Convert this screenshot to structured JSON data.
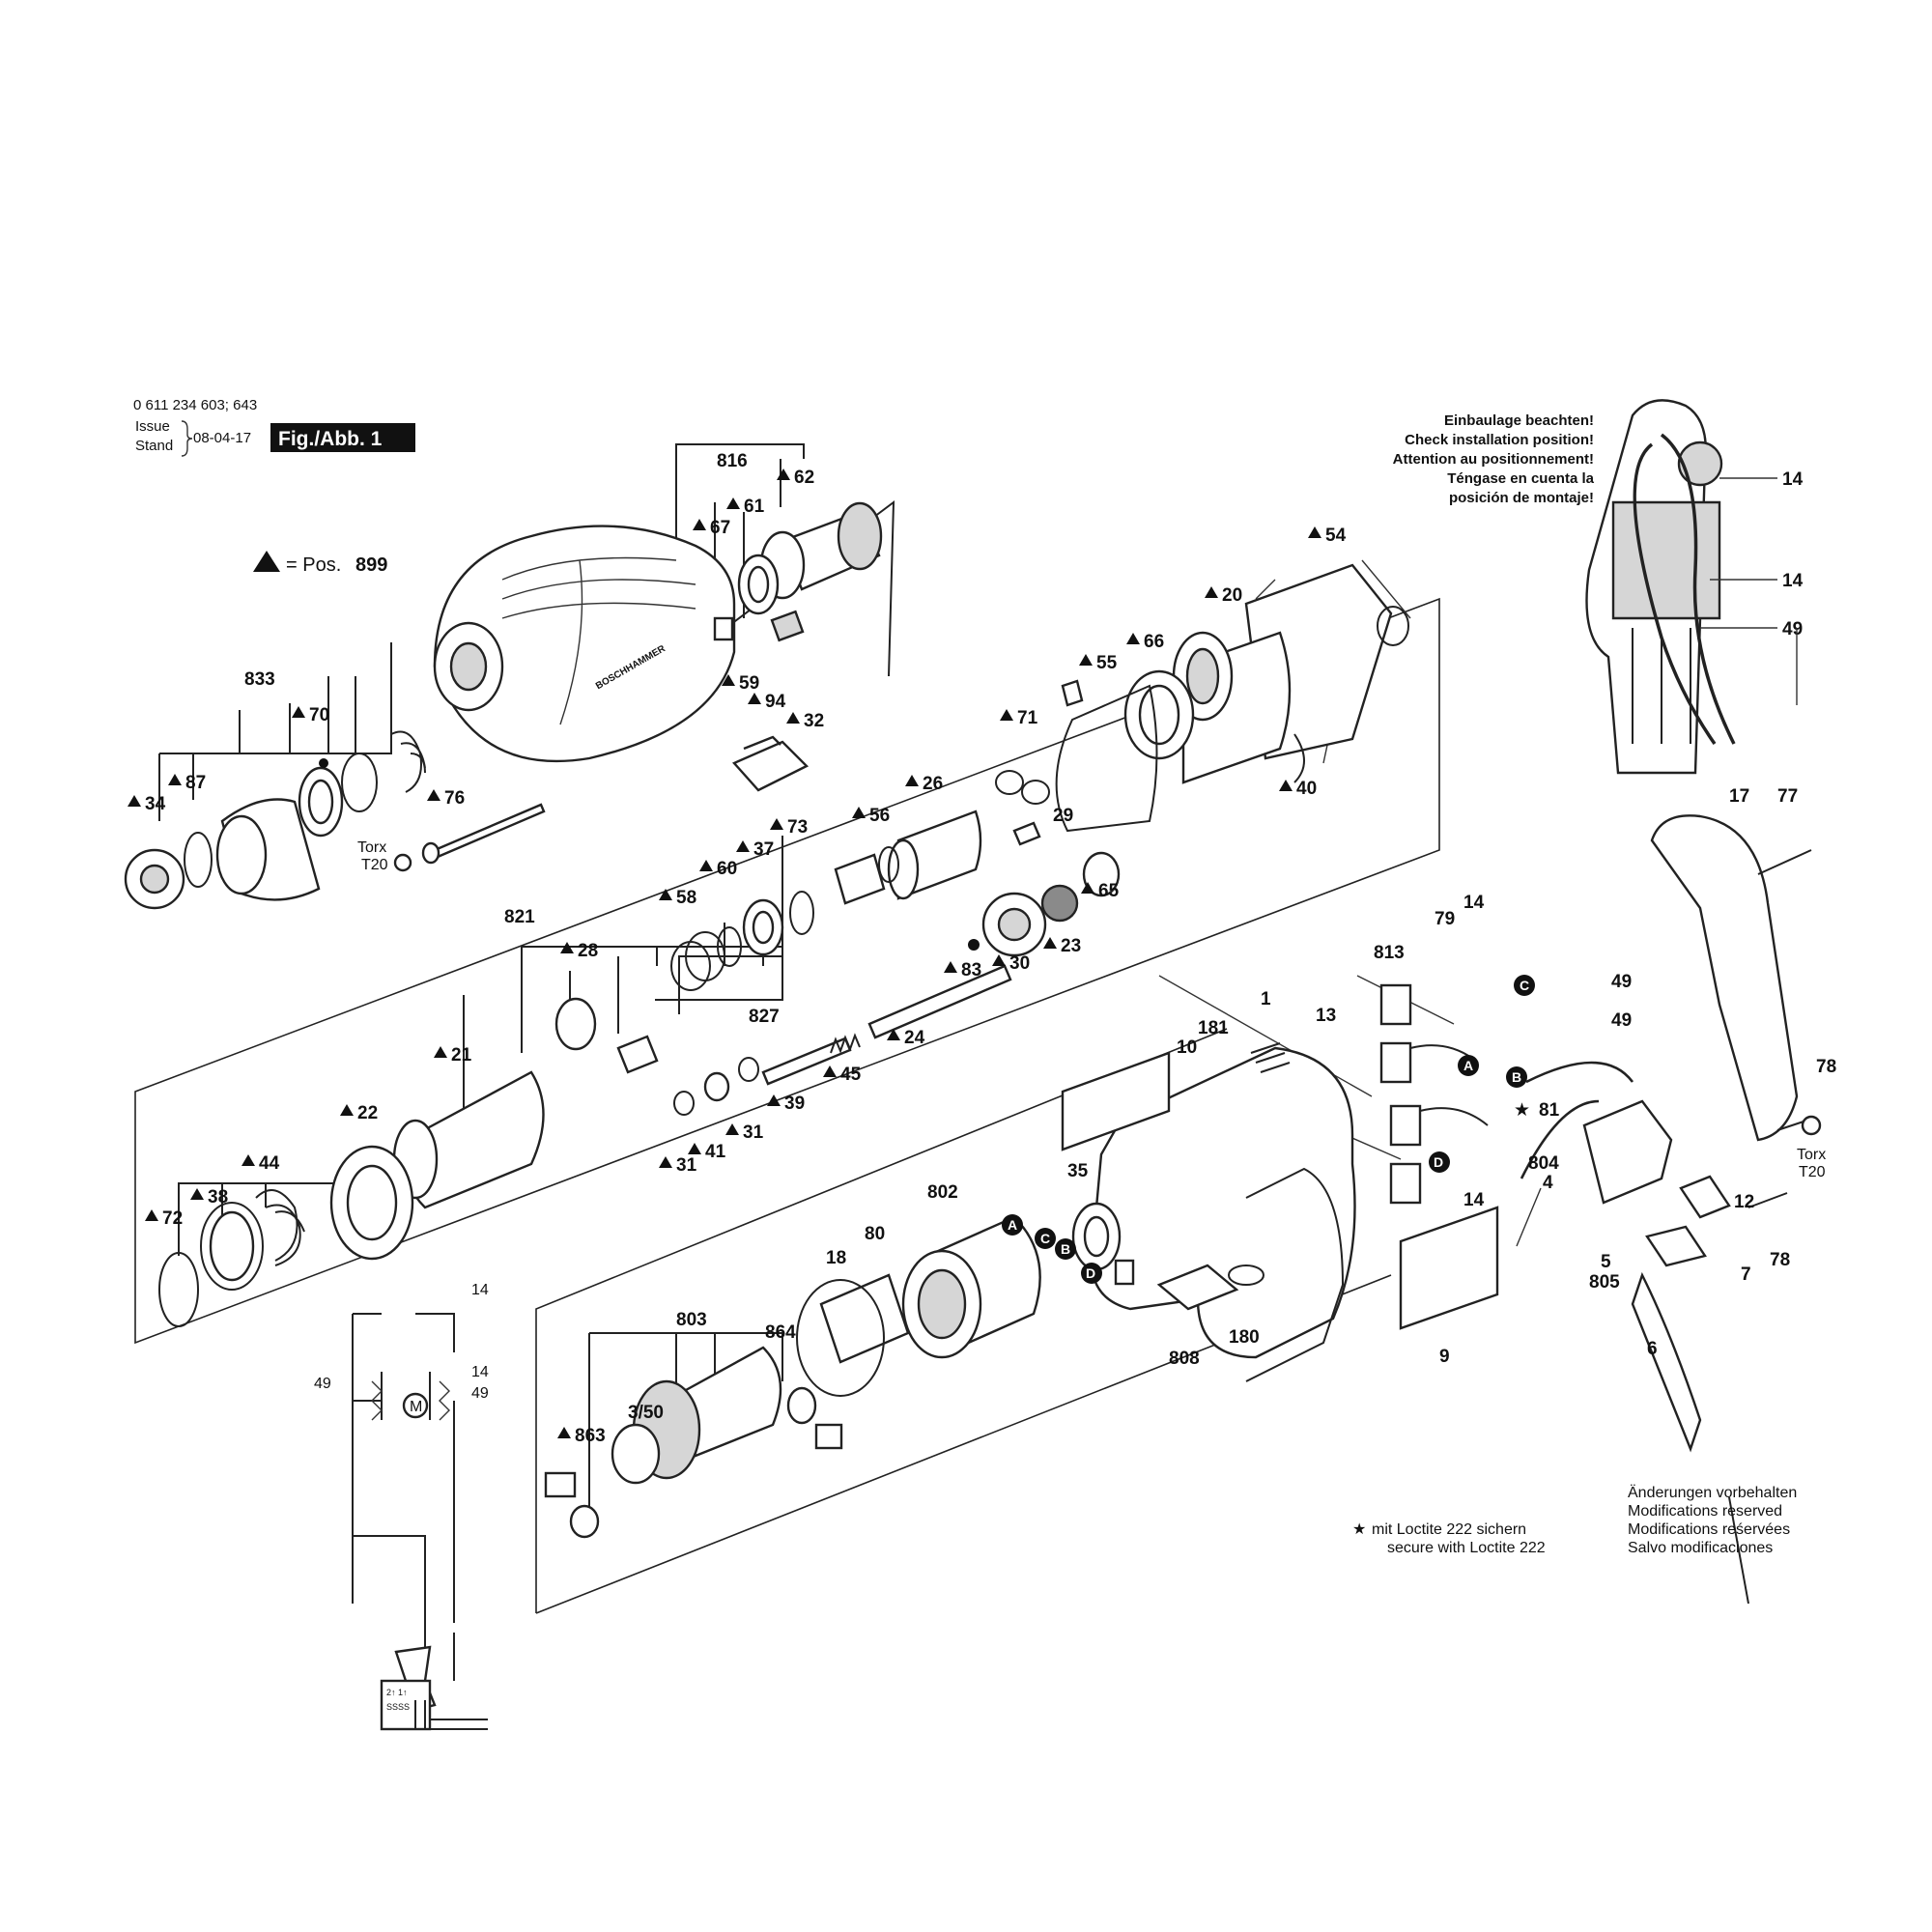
{
  "header": {
    "model_numbers": "0 611 234 603; 643",
    "issue_label": "Issue",
    "stand_label": "Stand",
    "date": "08-04-17",
    "figure_badge": "Fig./Abb. 1"
  },
  "legend": {
    "equals_pos": "= Pos.",
    "pos_number": "899"
  },
  "install_note": [
    "Einbaulage beachten!",
    "Check installation position!",
    "Attention au positionnement!",
    "Téngase en cuenta la",
    "posición de montaje!"
  ],
  "torx_labels": {
    "torx": "Torx",
    "t20": "T20"
  },
  "housing_brand": "BOSCHHAMMER",
  "loctite_note": {
    "line1": "mit Loctite 222 sichern",
    "line2": "secure with Loctite 222"
  },
  "modifications_note": [
    "Änderungen vorbehalten",
    "Modifications reserved",
    "Modifications reśervées",
    "Salvo modificaciones"
  ],
  "circle_markers": [
    "A",
    "B",
    "C",
    "D"
  ],
  "wiring_labels": {
    "motor": "M",
    "switch_terminals": "2↑ 1↑",
    "switch_bottom": "SSSS",
    "lead_14a": "14",
    "lead_14b": "14",
    "lead_49a": "49",
    "lead_49b": "49"
  },
  "callouts": {
    "c816": "816",
    "c62": "62",
    "c61": "61",
    "c67": "67",
    "c833": "833",
    "c70": "70",
    "c34": "34",
    "c87": "87",
    "c59": "59",
    "c94": "94",
    "c32": "32",
    "c76": "76",
    "c54": "54",
    "c20": "20",
    "c66": "66",
    "c55": "55",
    "c40": "40",
    "c71": "71",
    "c26": "26",
    "c29": "29",
    "c56": "56",
    "c73": "73",
    "c37": "37",
    "c60": "60",
    "c58": "58",
    "c65": "65",
    "c23": "23",
    "c30": "30",
    "c83": "83",
    "c821": "821",
    "c28": "28",
    "c827": "827",
    "c24": "24",
    "c45": "45",
    "c21": "21",
    "c39": "39",
    "c22": "22",
    "c31a": "31",
    "c31b": "31",
    "c41": "41",
    "c44": "44",
    "c38": "38",
    "c72": "72",
    "c1": "1",
    "c181": "181",
    "c10": "10",
    "c35": "35",
    "c802": "802",
    "c18": "18",
    "c80": "80",
    "c803": "803",
    "c864": "864",
    "c350": "3/50",
    "c863": "863",
    "c808": "808",
    "c180": "180",
    "c9": "9",
    "c813": "813",
    "c79": "79",
    "c14a": "14",
    "c13": "13",
    "c14b": "14",
    "c49a": "49",
    "c49b": "49",
    "c81": "81",
    "c804": "804",
    "c4": "4",
    "c12": "12",
    "c5": "5",
    "c805": "805",
    "c7": "7",
    "c78a": "78",
    "c78b": "78",
    "c6": "6",
    "c17": "17",
    "c77": "77",
    "c14i1": "14",
    "c14i2": "14",
    "c49i": "49"
  }
}
